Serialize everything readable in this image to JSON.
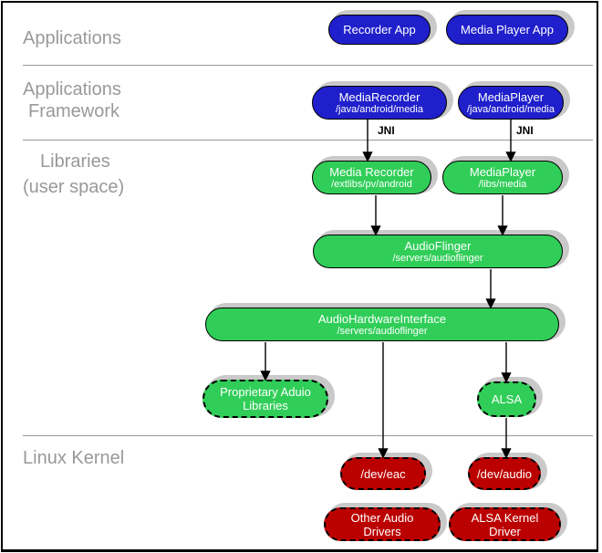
{
  "colors": {
    "blue": "#1f1fcc",
    "green": "#30ce58",
    "red": "#bb0000",
    "shadow": "#c9c9c9",
    "label_gray": "#999999",
    "line": "#999999"
  },
  "layers": {
    "applications": "Applications",
    "framework_line1": "Applications",
    "framework_line2": "Framework",
    "libraries_line1": "Libraries",
    "libraries_line2": "(user space)",
    "kernel": "Linux Kernel"
  },
  "annotations": {
    "jni_left": "JNI",
    "jni_right": "JNI"
  },
  "nodes": {
    "recorder_app": {
      "title": "Recorder App"
    },
    "media_player_app": {
      "title": "Media Player App"
    },
    "mediarecorder_fw": {
      "title": "MediaRecorder",
      "subtitle": "/java/android/media"
    },
    "mediaplayer_fw": {
      "title": "MediaPlayer",
      "subtitle": "/java/android/media"
    },
    "media_recorder_lib": {
      "title": "Media Recorder",
      "subtitle": "/extlibs/pv/android"
    },
    "mediaplayer_lib": {
      "title": "MediaPlayer",
      "subtitle": "/libs/media"
    },
    "audioflinger": {
      "title": "AudioFlinger",
      "subtitle": "/servers/audioflinger"
    },
    "audio_hw_interface": {
      "title": "AudioHardwareInterface",
      "subtitle": "/servers/audioflinger"
    },
    "proprietary_libs": {
      "title": "Proprietary Aduio Libraries"
    },
    "alsa": {
      "title": "ALSA"
    },
    "dev_eac": {
      "title": "/dev/eac"
    },
    "dev_audio": {
      "title": "/dev/audio"
    },
    "other_audio_drivers": {
      "title": "Other Audio Drivers"
    },
    "alsa_kernel_driver": {
      "title": "ALSA Kernel Driver"
    }
  }
}
